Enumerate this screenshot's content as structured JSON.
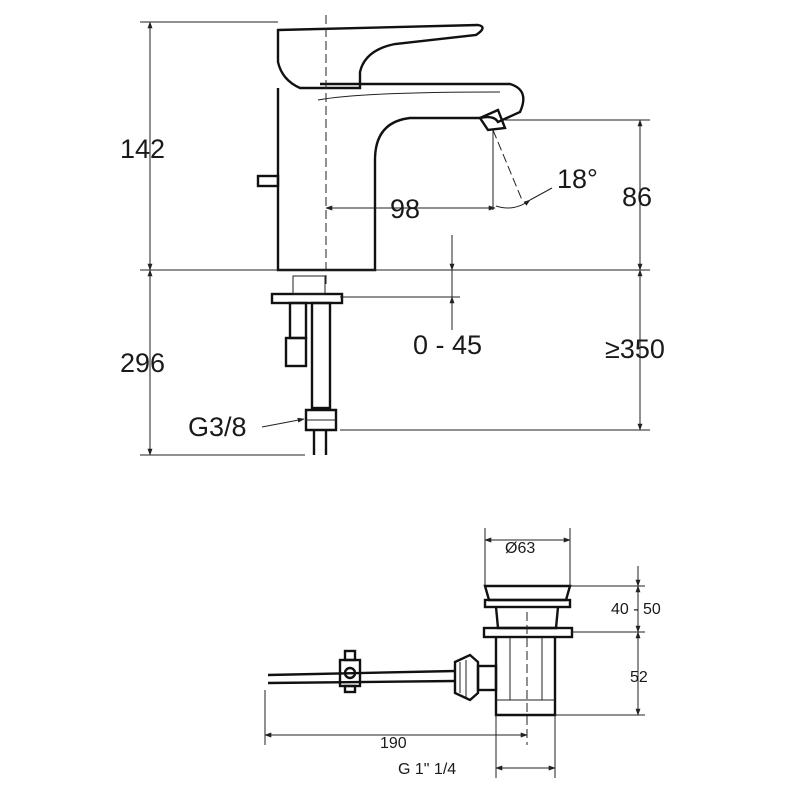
{
  "faucet_dimensions": {
    "height_above_deck": "142",
    "spout_reach": "98",
    "spout_height": "86",
    "spray_angle": "18°",
    "deck_thickness": "0 - 45",
    "supply_length": "296",
    "min_clearance": "≥350",
    "thread": "G3/8"
  },
  "waste_dimensions": {
    "cap_diameter": "Ø63",
    "adjust_range": "40 - 50",
    "body_height": "52",
    "rod_length": "190",
    "outlet_thread": "G 1\" 1/4"
  }
}
